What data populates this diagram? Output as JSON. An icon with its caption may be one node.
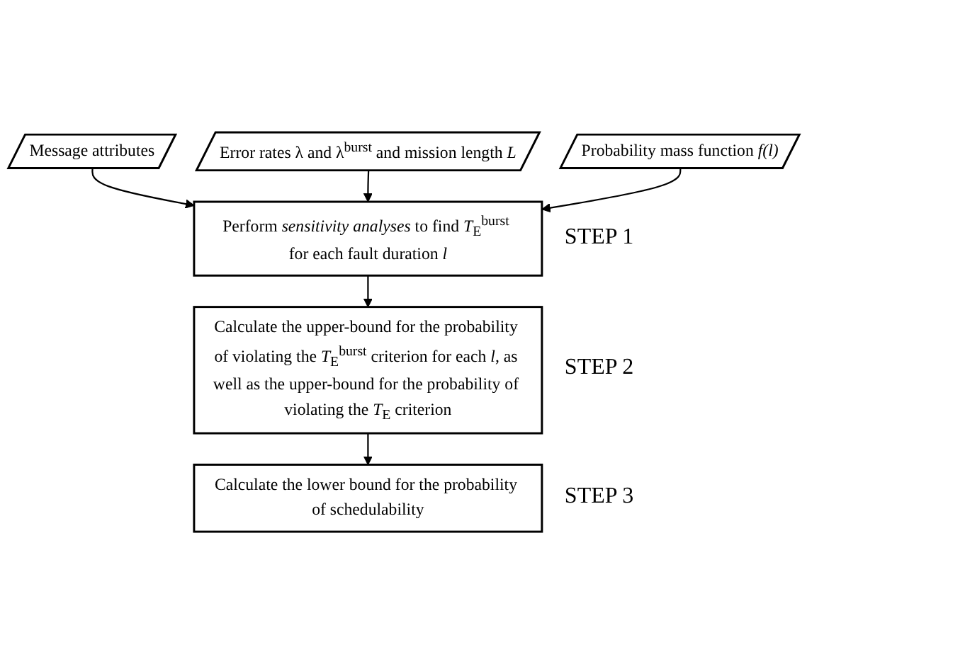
{
  "diagram": {
    "nodes": [
      {
        "text": [
          "Message attributes"
        ]
      },
      {
        "text": [
          "Error rates λ and λ$^{burst}$ and mission length *L*"
        ]
      },
      {
        "text": [
          "Probability mass function *f(l)*"
        ]
      },
      {
        "text": [
          "Perform *sensitivity analyses* to find *T*$_{E}$$^{burst}$ for each fault duration *l*"
        ],
        "beside": [
          "STEP 1"
        ]
      },
      {
        "text": [
          "Calculate the upper-bound for the probability of violating the *T*$_{E}$$^{burst}$ criterion for each *l*, as well as the upper-bound for the probability of violating the *T*$_{E}$ criterion"
        ],
        "beside": [
          "STEP 2"
        ]
      },
      {
        "text": [
          "Calculate the lower bound for the probability of schedulability"
        ],
        "beside": [
          "STEP 3"
        ]
      }
    ],
    "edges": [
      {
        "from": 0,
        "to": 3,
        "arrow": "to"
      },
      {
        "from": 1,
        "to": 3,
        "arrow": "to"
      },
      {
        "from": 2,
        "to": 3,
        "arrow": "to"
      },
      {
        "from": 3,
        "to": 4,
        "arrow": "to"
      },
      {
        "from": 4,
        "to": 5,
        "arrow": "to"
      }
    ]
  }
}
